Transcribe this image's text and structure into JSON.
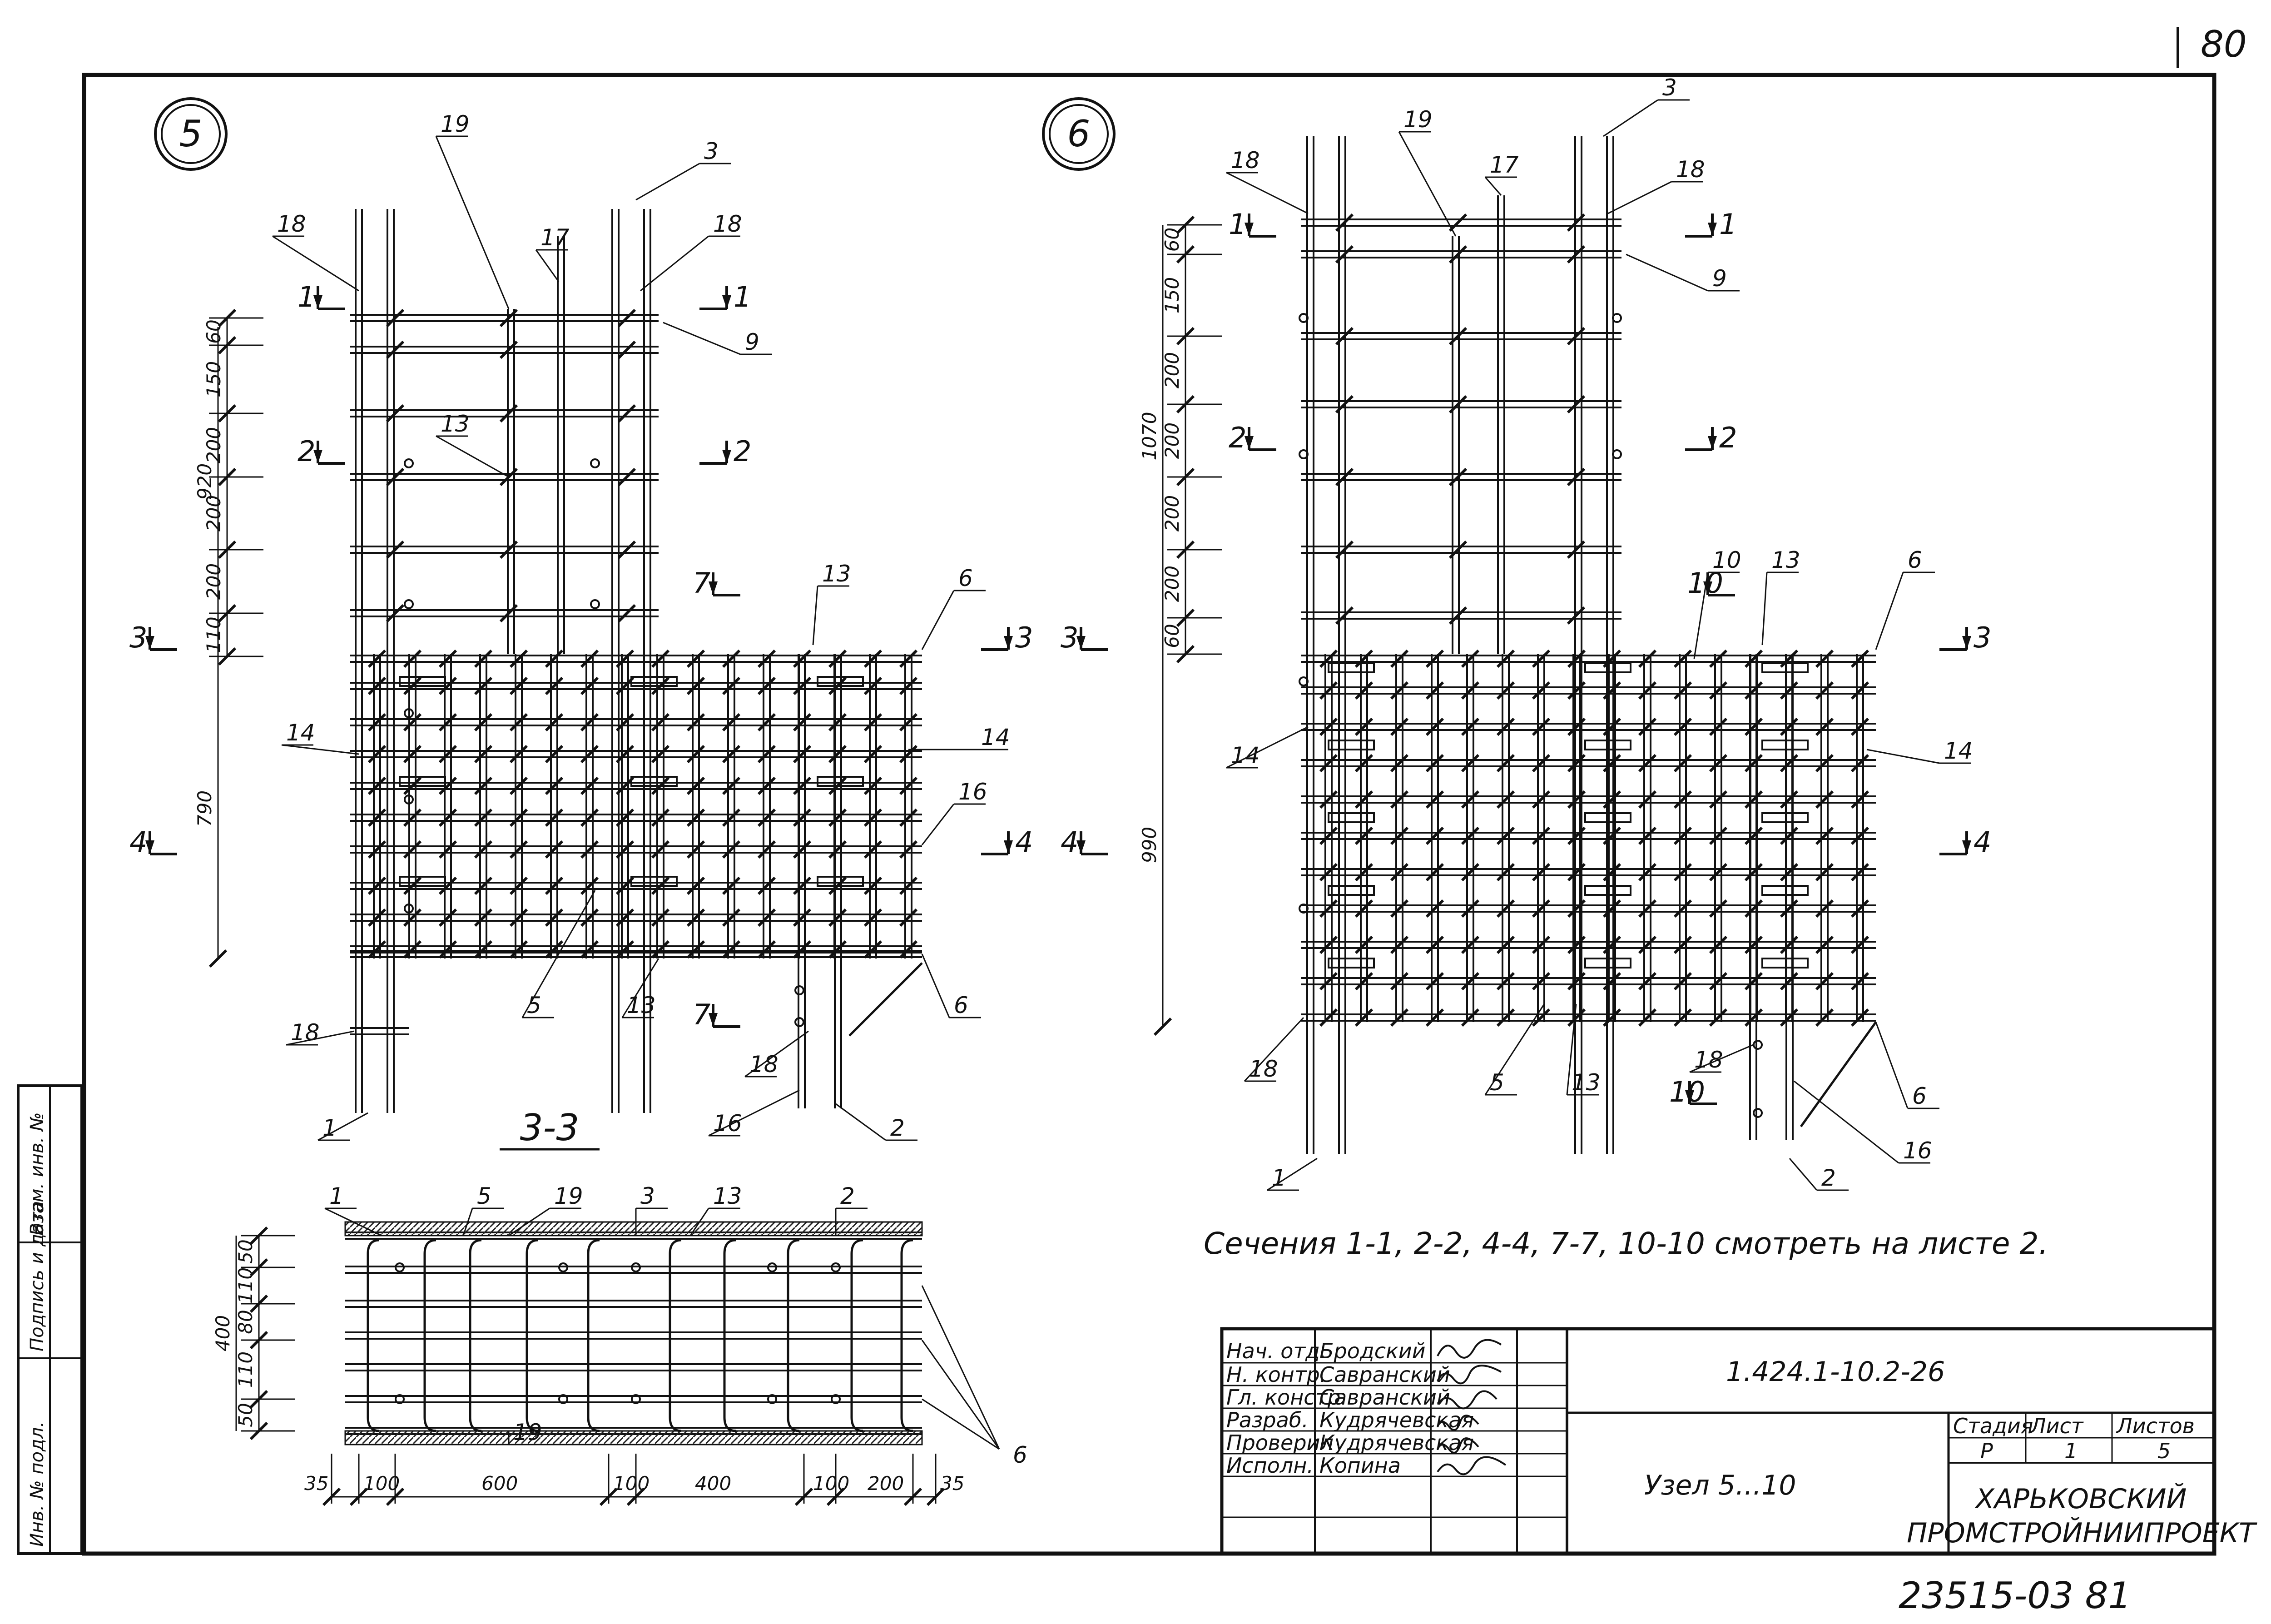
{
  "sheet": {
    "page_number": "80",
    "archive_number": "23515-03  81",
    "node_5": "5",
    "node_6": "6",
    "section_title": "3-3",
    "note": "Сечения 1-1, 2-2, 4-4, 7-7, 10-10 смотреть на листе 2.",
    "side_stamp": {
      "inv_podl": "Инв. № подл.",
      "podpis": "Подпись и дата",
      "vzam": "Взам. инв. №"
    }
  },
  "view5": {
    "dims_upper": [
      "60",
      "150",
      "200",
      "200",
      "200",
      "110"
    ],
    "dim_total_upper": "920",
    "dim_total_lower": "790",
    "callouts": [
      "1",
      "2",
      "3",
      "5",
      "6",
      "6",
      "9",
      "13",
      "13",
      "13",
      "14",
      "14",
      "16",
      "16",
      "17",
      "18",
      "18",
      "18",
      "18",
      "19"
    ],
    "section_marks": [
      "1",
      "1",
      "2",
      "2",
      "3",
      "3",
      "4",
      "4",
      "7",
      "7"
    ]
  },
  "view6": {
    "dims_upper": [
      "60",
      "150",
      "200",
      "200",
      "200",
      "200",
      "60"
    ],
    "dim_total_upper": "1070",
    "dim_total_lower": "990",
    "callouts": [
      "1",
      "2",
      "3",
      "5",
      "6",
      "6",
      "9",
      "10",
      "13",
      "13",
      "14",
      "14",
      "16",
      "17",
      "18",
      "18",
      "18",
      "18",
      "19"
    ],
    "section_marks": [
      "1",
      "1",
      "2",
      "2",
      "3",
      "3",
      "4",
      "4",
      "10",
      "10"
    ]
  },
  "section33": {
    "dims_vertical": [
      "50",
      "110",
      "80",
      "110",
      "50"
    ],
    "dim_total": "400",
    "dims_bottom": [
      "35",
      "100",
      "600",
      "100",
      "400",
      "100",
      "200",
      "35"
    ],
    "callouts": [
      "1",
      "5",
      "19",
      "3",
      "13",
      "2",
      "6",
      "19"
    ]
  },
  "title_block": {
    "roles": [
      "Нач. отд.",
      "Н. контр.",
      "Гл. констр.",
      "Разраб.",
      "Проверил",
      "Исполн."
    ],
    "names": [
      "Бродский",
      "Савранский",
      "Савранский",
      "Кудрячевская",
      "Кудрячевская",
      "Копина"
    ],
    "doc_code": "1.424.1-10.2-26",
    "drawing_title": "Узел 5...10",
    "stage_header": "Стадия",
    "sheet_header": "Лист",
    "sheets_header": "Листов",
    "stage": "Р",
    "sheet_no": "1",
    "sheets_total": "5",
    "org_line1": "ХАРЬКОВСКИЙ",
    "org_line2": "ПРОМСТРОЙНИИПРОЕКТ"
  }
}
